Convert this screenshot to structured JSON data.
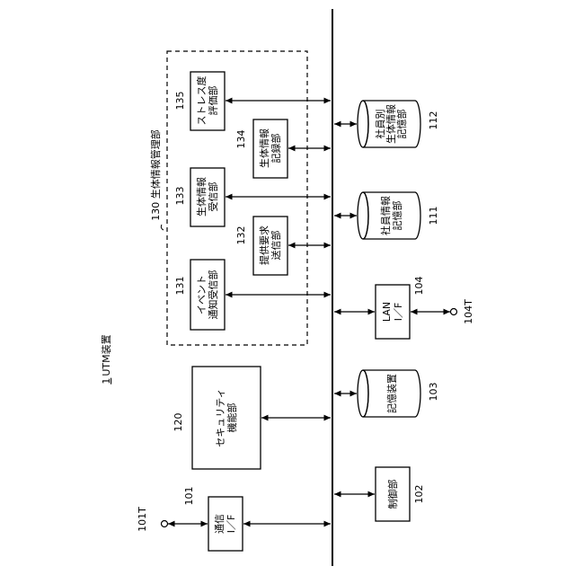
{
  "device": {
    "number": "1",
    "name": "UTM装置"
  },
  "group130": {
    "label": "130 生体情報管理部"
  },
  "blocks": [
    {
      "id": "b101",
      "number": "101",
      "lines": [
        "通信",
        "I／F"
      ]
    },
    {
      "id": "b120",
      "number": "120",
      "lines": [
        "セキュリティ",
        "機能部"
      ]
    },
    {
      "id": "b131",
      "number": "131",
      "lines": [
        "イベント",
        "通知受信部"
      ]
    },
    {
      "id": "b132",
      "number": "132",
      "lines": [
        "提供要求",
        "送信部"
      ]
    },
    {
      "id": "b133",
      "number": "133",
      "lines": [
        "生体情報",
        "受信部"
      ]
    },
    {
      "id": "b134",
      "number": "134",
      "lines": [
        "生体情報",
        "記録部"
      ]
    },
    {
      "id": "b135",
      "number": "135",
      "lines": [
        "ストレス度",
        "評価部"
      ]
    },
    {
      "id": "b102",
      "number": "102",
      "lines": [
        "制御部"
      ]
    },
    {
      "id": "b104",
      "number": "104",
      "lines": [
        "LAN",
        "I／F"
      ]
    }
  ],
  "storages": [
    {
      "id": "s103",
      "number": "103",
      "lines": [
        "記憶装置"
      ]
    },
    {
      "id": "s111",
      "number": "111",
      "lines": [
        "社員情報",
        "記憶部"
      ]
    },
    {
      "id": "s112",
      "number": "112",
      "lines": [
        "社員別",
        "生体情報",
        "記憶部"
      ]
    }
  ],
  "terminals": {
    "t101": "101T",
    "t104": "104T"
  }
}
